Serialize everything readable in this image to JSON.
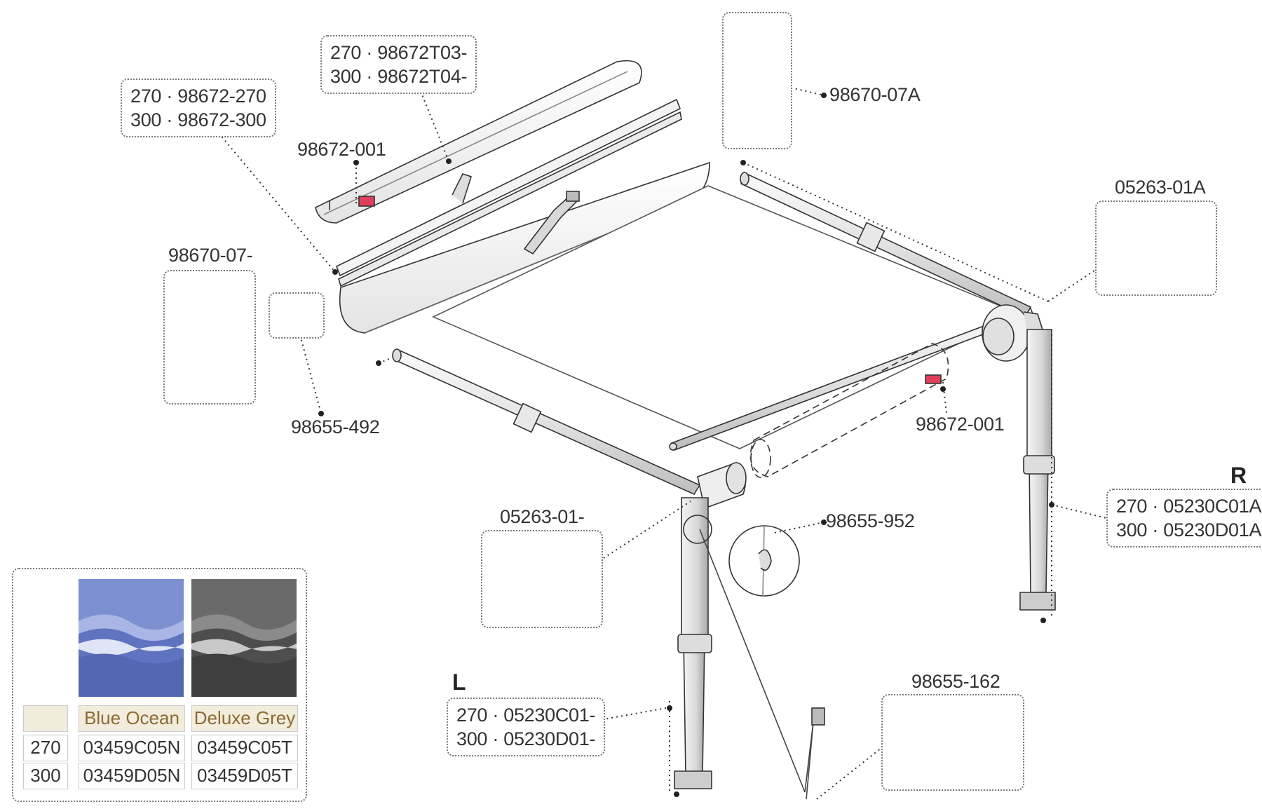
{
  "labels": {
    "top_cover": [
      "270 · 98672T03-",
      "300 · 98672T04-"
    ],
    "rail": [
      "270 · 98672-270",
      "300 · 98672-300"
    ],
    "endcap_top": "98672-001",
    "endcap_bottom": "98672-001",
    "right_cap": "98670-07A",
    "left_cap": "98670-07-",
    "clip": "98655-492",
    "right_joint": "05263-01A",
    "left_joint": "05263-01-",
    "hook": "98655-952",
    "leg_right": [
      "270 · 05230C01A",
      "300 · 05230D01A"
    ],
    "leg_left": [
      "270 · 05230C01-",
      "300 · 05230D01-"
    ],
    "tiedown": "98655-162",
    "side_right": "R",
    "side_left": "L"
  },
  "legend": {
    "swatches": [
      {
        "name": "Blue Ocean",
        "color": "#6f83c6"
      },
      {
        "name": "Deluxe Grey",
        "color": "#5a5a5a"
      }
    ],
    "rows": [
      {
        "size": "270",
        "blue": "03459C05N",
        "grey": "03459C05T"
      },
      {
        "size": "300",
        "blue": "03459D05N",
        "grey": "03459D05T"
      }
    ]
  }
}
